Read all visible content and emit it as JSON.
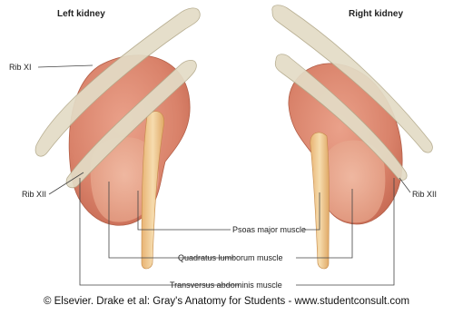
{
  "titles": {
    "left": "Left kidney",
    "right": "Right kidney"
  },
  "labels": {
    "rib11": "Rib XI",
    "rib12_left": "Rib XII",
    "rib12_right": "Rib XII",
    "psoas": "Psoas major muscle",
    "quadratus": "Quadratus lumborum muscle",
    "transversus": "Transversus abdominis muscle"
  },
  "credit": "© Elsevier. Drake et al: Gray's Anatomy for Students - www.studentconsult.com",
  "colors": {
    "kidney": "#d9826a",
    "muscle": "#e8a88e",
    "psoas": "#f0c98e",
    "rib": "#e3dcc6",
    "leader": "#444444"
  }
}
